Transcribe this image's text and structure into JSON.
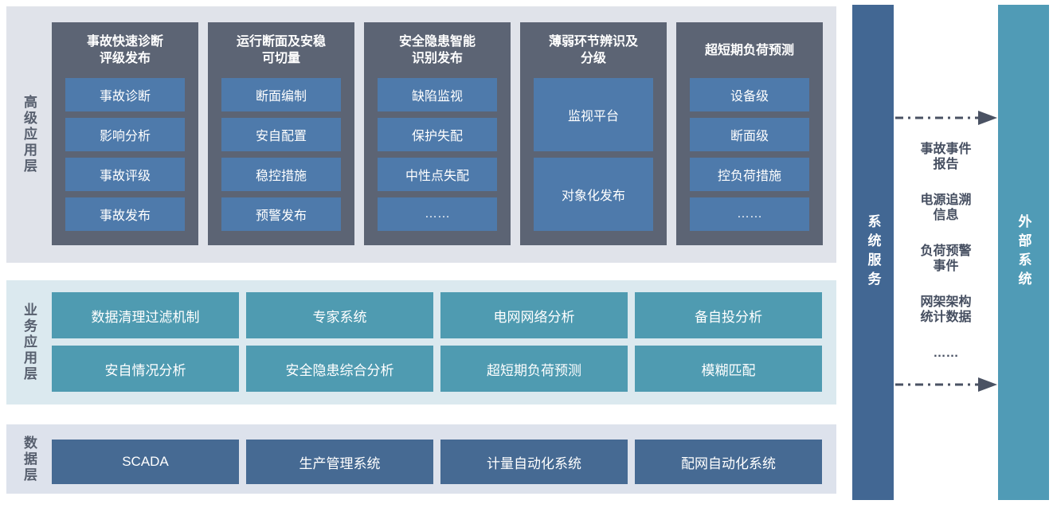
{
  "diagram": {
    "advanced_layer": {
      "label": "高级应用层",
      "columns": [
        {
          "title": "事故快速诊断\n评级发布",
          "items": [
            "事故诊断",
            "影响分析",
            "事故评级",
            "事故发布"
          ]
        },
        {
          "title": "运行断面及安稳\n可切量",
          "items": [
            "断面编制",
            "安自配置",
            "稳控措施",
            "预警发布"
          ]
        },
        {
          "title": "安全隐患智能\n识别发布",
          "items": [
            "缺陷监视",
            "保护失配",
            "中性点失配",
            "……"
          ]
        },
        {
          "title": "薄弱环节辨识及\n分级",
          "items": [
            "监视平台",
            "对象化发布"
          ]
        },
        {
          "title": "超短期负荷预测",
          "items": [
            "设备级",
            "断面级",
            "控负荷措施",
            "……"
          ]
        }
      ]
    },
    "business_layer": {
      "label": "业务应用层",
      "row1": [
        "数据清理过滤机制",
        "专家系统",
        "电网网络分析",
        "备自投分析"
      ],
      "row2": [
        "安自情况分析",
        "安全隐患综合分析",
        "超短期负荷预测",
        "模糊匹配"
      ]
    },
    "data_layer": {
      "label": "数据层",
      "items": [
        "SCADA",
        "生产管理系统",
        "计量自动化系统",
        "配网自动化系统"
      ]
    },
    "system_service_bar": "系统服务",
    "external_system_bar": "外部系统",
    "exchange": {
      "items": [
        "事故事件\n报告",
        "电源追溯\n信息",
        "负荷预警\n事件",
        "网架架构\n统计数据",
        "……"
      ]
    },
    "colors": {
      "advanced_band_bg": "#e0e3ea",
      "business_band_bg": "#dbe9ef",
      "data_band_bg": "#dde2ec",
      "column_bg": "#5c6474",
      "column_item_bg": "#4e7aab",
      "business_box_bg": "#4f9bb1",
      "data_box_bg": "#466a93",
      "service_bar_bg": "#426793",
      "external_bar_bg": "#509bb6",
      "layer_label_color": "#575f6e",
      "exchange_text_color": "#454e60",
      "arrow_color": "#4a5263"
    }
  }
}
